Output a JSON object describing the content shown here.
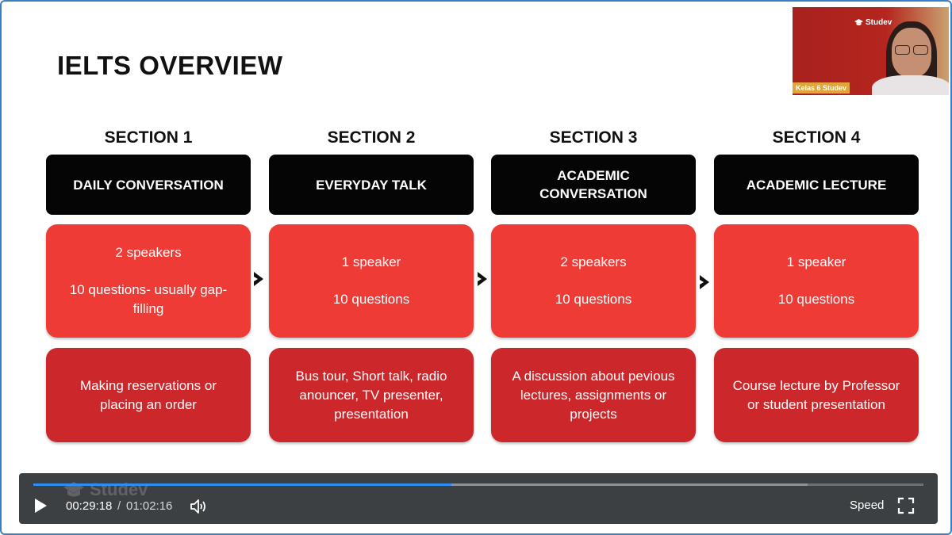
{
  "slide": {
    "title": "IELTS OVERVIEW",
    "sections": [
      {
        "label": "SECTION 1",
        "header": "DAILY CONVERSATION",
        "speakers": "2 speakers",
        "questions": "10 questions- usually gap-filling",
        "examples": "Making reservations or placing an order"
      },
      {
        "label": "SECTION 2",
        "header": "EVERYDAY TALK",
        "speakers": "1 speaker",
        "questions": "10 questions",
        "examples": "Bus tour, Short talk, radio anouncer, TV presenter, presentation"
      },
      {
        "label": "SECTION 3",
        "header": "ACADEMIC CONVERSATION",
        "speakers": "2 speakers",
        "questions": "10 questions",
        "examples": "A discussion about pevious lectures, assignments or projects"
      },
      {
        "label": "SECTION 4",
        "header": "ACADEMIC LECTURE",
        "speakers": "1 speaker",
        "questions": "10 questions",
        "examples": "Course lecture by Professor or student presentation"
      }
    ]
  },
  "webcam": {
    "brand": "Studev",
    "name_tag": "Kelas 6 Studev"
  },
  "player": {
    "watermark": "Studev",
    "current_time": "00:29:18",
    "separator": "/",
    "total_time": "01:02:16",
    "progress_fraction": 0.47,
    "speed_label": "Speed",
    "accent_color": "#2f8cf0"
  },
  "colors": {
    "header_box": "#050505",
    "red_box": "#ef3b36",
    "dark_red_box": "#cc282c",
    "frame_border": "#3b7fc4"
  }
}
